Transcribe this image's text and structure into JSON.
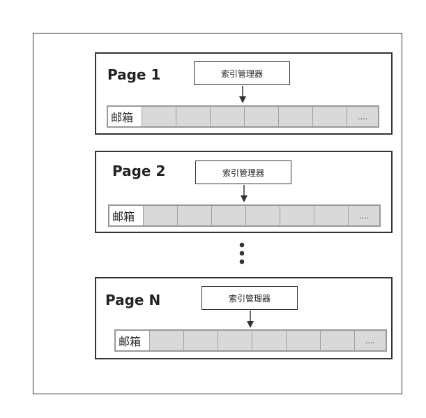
{
  "pages": [
    {
      "title": "Page 1",
      "manager_label": "索引管理器",
      "mailbox": {
        "label": "邮箱",
        "ellipsis": "...."
      }
    },
    {
      "title": "Page 2",
      "manager_label": "索引管理器",
      "mailbox": {
        "label": "邮箱",
        "ellipsis": "...."
      }
    },
    {
      "title": "Page N",
      "manager_label": "索引管理器",
      "mailbox": {
        "label": "邮箱",
        "ellipsis": "...."
      }
    }
  ],
  "colors": {
    "border": "#333333",
    "cell_fill": "#d9d9d9",
    "cell_border": "#999999"
  }
}
